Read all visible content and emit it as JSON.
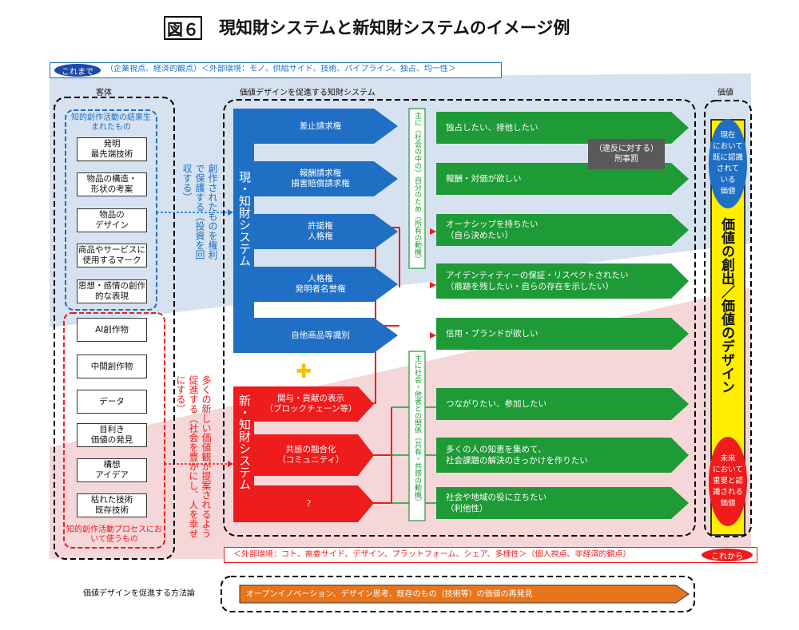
{
  "title_label": "図６",
  "title": "現知財システムと新知財システムのイメージ例",
  "top_bar": {
    "pill": "これまで",
    "text": "（企業視点、経済的観点）＜外部環境：モノ、供給サイド、技術、パイプライン、独占、均一性＞"
  },
  "bottom_bar": {
    "pill": "これから",
    "text": "＜外部環境：コト、需要サイド、デザイン、プラットフォーム、シェア、多様性＞（個人視点、非経済的観点）"
  },
  "headers": {
    "object": "客体",
    "system": "価値デザインを促進する知財システム",
    "value": "価値"
  },
  "left": {
    "blue_label": "知的創作活動の結果生まれたもの",
    "red_label": "知的創作活動プロセスにおいて使うもの",
    "items": [
      "発明\n最先端技術",
      "物品の構造・\n形状の考案",
      "物品の\nデザイン",
      "商品やサービスに\n使用するマーク",
      "思想・感情の創作\n的な表現",
      "AI創作物",
      "中間創作物",
      "データ",
      "目利き\n価値の発見",
      "構想\nアイデア",
      "枯れた技術\n既存技術"
    ]
  },
  "mid_text": {
    "blue": "創作されたものを権利で保護する（投資を回収する）",
    "red": "多くの新しい価値観が提案されるよう促進する（社会を豊かにし、人を幸せにする）"
  },
  "current_system": {
    "label": "現・知財システム",
    "rights": [
      "差止請求権",
      "報酬請求権\n損害賠償請求権",
      "許諾権\n人格権",
      "人格権\n発明者名誉権",
      "自他商品等識別"
    ]
  },
  "new_system": {
    "label": "新・知財システム",
    "items": [
      "関与・貢献の表示\n（ブロックチェーン等）",
      "共感の融合化\n（コミュニティ）",
      "？"
    ]
  },
  "plus": "✚",
  "motive_top": "主に〈社会の中の〉自分のため（所有の動機）",
  "motive_bottom": "主に社会・他者との関係（共有・共感の動機）",
  "green_items": [
    [
      "独占したい、排他したい",
      ""
    ],
    [
      "報酬・対価が欲しい",
      ""
    ],
    [
      "オーナシップを持ちたい",
      "（自ら決めたい）"
    ],
    [
      "アイデンティティーの保証・リスペクトされたい",
      "（痕跡を残したい・自らの存在を示したい）"
    ],
    [
      "信用・ブランドが欲しい",
      ""
    ],
    [
      "つながりたい、参加したい",
      ""
    ],
    [
      "多くの人の知恵を集めて、",
      "社会課題の解決のきっかけを作りたい"
    ],
    [
      "社会や地域の役に立ちたい",
      "（利他性）"
    ]
  ],
  "violation": "（違反に対する）\n刑事罰",
  "value_col": {
    "top": "現在\nにおいて\n既に認識\nされて\nいる\n価値",
    "main": "価値の創出／価値のデザイン",
    "bottom": "未来\nにおいて\n重要と認\n識される\n価値"
  },
  "method": {
    "label": "価値デザインを促進する方法論",
    "text": "オープンイノベーション、デザイン思考、既存のもの（技術等）の価値の再発見"
  },
  "colors": {
    "blue": "#1f6fc5",
    "red": "#ee1c1c",
    "green": "#1e9a36",
    "yellow": "#ffee00",
    "orange": "#e8741c",
    "navy": "#1b4aa8"
  }
}
